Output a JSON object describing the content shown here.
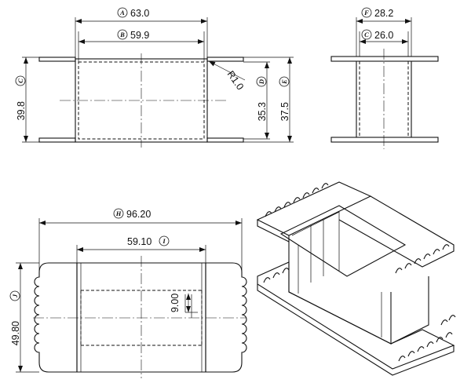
{
  "dimensions": {
    "A": {
      "tag": "A",
      "value": "63.0"
    },
    "B": {
      "tag": "B",
      "value": "59.9"
    },
    "C": {
      "tag": "C",
      "value": "39.8"
    },
    "D": {
      "tag": "D",
      "value": "35.3"
    },
    "E": {
      "tag": "E",
      "value": "37.5"
    },
    "F": {
      "tag": "F",
      "value": "28.2"
    },
    "G": {
      "tag": "C",
      "value": "26.0"
    },
    "H": {
      "tag": "H",
      "value": "96.20"
    },
    "I": {
      "tag": "I",
      "value": "59.10"
    },
    "J": {
      "tag": "J",
      "value": "49.80"
    },
    "R": {
      "value": "R1.0"
    },
    "K": {
      "value": "9.00"
    }
  }
}
